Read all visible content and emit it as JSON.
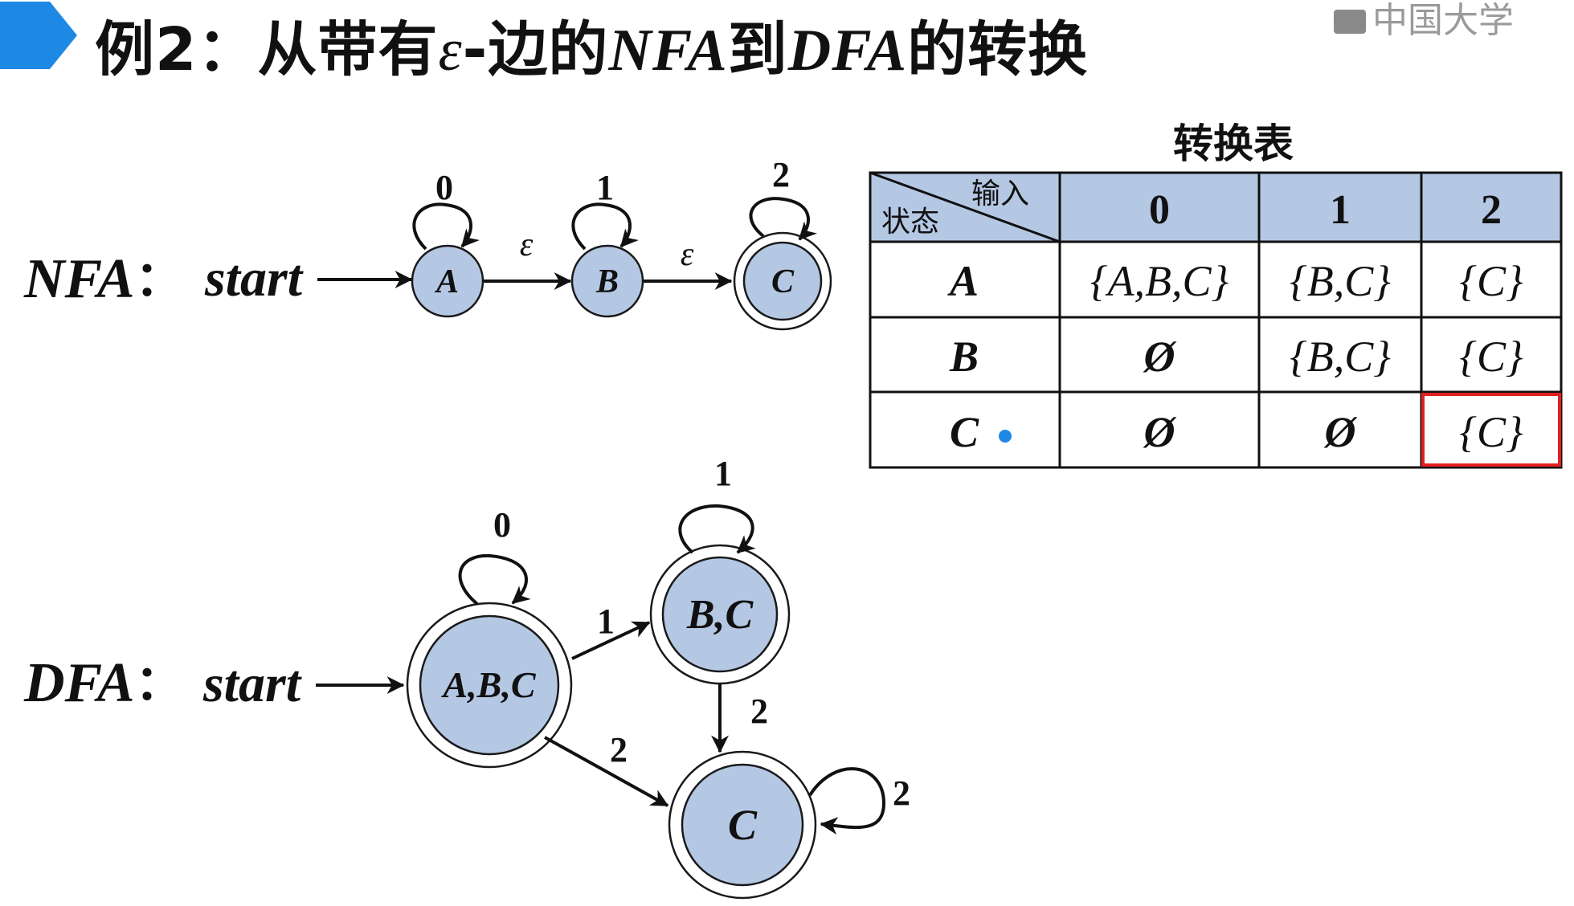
{
  "slide": {
    "title_prefix": "例2：从带有",
    "title_epsilon": "ε",
    "title_mid1": "-边的",
    "title_nfa": "NFA",
    "title_mid2": "到",
    "title_dfa": "DFA",
    "title_suffix": "的转换",
    "watermark": "中国大学",
    "accent_color": "#1e88e5"
  },
  "nfa": {
    "label": "NFA",
    "colon": "：",
    "start": "start",
    "states": [
      {
        "id": "A",
        "label": "A",
        "accepting": false,
        "self_loop": "0"
      },
      {
        "id": "B",
        "label": "B",
        "accepting": false,
        "self_loop": "1"
      },
      {
        "id": "C",
        "label": "C",
        "accepting": true,
        "self_loop": "2"
      }
    ],
    "transitions": [
      {
        "from": "A",
        "to": "B",
        "label": "ε"
      },
      {
        "from": "B",
        "to": "C",
        "label": "ε"
      }
    ]
  },
  "dfa": {
    "label": "DFA",
    "colon": "：",
    "start": "start",
    "states": [
      {
        "id": "ABC",
        "label": "A,B,C",
        "accepting": true,
        "self_loop": "0"
      },
      {
        "id": "BC",
        "label": "B,C",
        "accepting": true,
        "self_loop": "1"
      },
      {
        "id": "C",
        "label": "C",
        "accepting": true,
        "self_loop": "2"
      }
    ],
    "transitions": [
      {
        "from": "ABC",
        "to": "BC",
        "label": "1"
      },
      {
        "from": "ABC",
        "to": "C",
        "label": "2"
      },
      {
        "from": "BC",
        "to": "C",
        "label": "2"
      }
    ]
  },
  "table": {
    "title": "转换表",
    "corner_input": "输入",
    "corner_state": "状态",
    "columns": [
      "0",
      "1",
      "2"
    ],
    "rows": [
      {
        "state": "A",
        "cells": [
          "{A,B,C}",
          "{B,C}",
          "{C}"
        ]
      },
      {
        "state": "B",
        "cells": [
          "Ø",
          "{B,C}",
          "{C}"
        ]
      },
      {
        "state": "C",
        "cells": [
          "Ø",
          "Ø",
          "{C}"
        ]
      }
    ],
    "highlight": {
      "row": 2,
      "col": 2,
      "color": "#e02020"
    },
    "cursor_dot_color": "#1e88e5"
  }
}
